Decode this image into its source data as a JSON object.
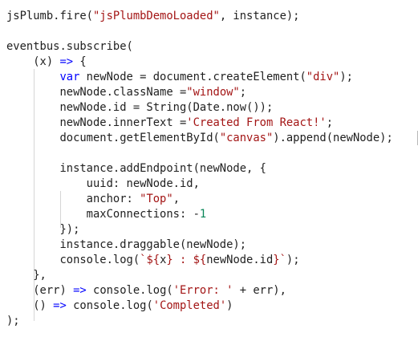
{
  "colors": {
    "text": "#1f1f1f",
    "string": "#a31515",
    "keyword": "#0000ff",
    "number": "#098658",
    "indent_guide": "#d6d6d6"
  },
  "lines": [
    [
      {
        "t": "jsPlumb.fire("
      },
      {
        "t": "\"jsPlumbDemoLoaded\"",
        "c": "str"
      },
      {
        "t": ", instance);"
      }
    ],
    [],
    [
      {
        "t": "eventbus.subscribe("
      }
    ],
    [
      {
        "t": "    (x) "
      },
      {
        "t": "=>",
        "c": "op"
      },
      {
        "t": " {"
      }
    ],
    [
      {
        "t": "        "
      },
      {
        "t": "var",
        "c": "kw"
      },
      {
        "t": " newNode = document.createElement("
      },
      {
        "t": "\"div\"",
        "c": "str"
      },
      {
        "t": ");"
      }
    ],
    [
      {
        "t": "        newNode.className ="
      },
      {
        "t": "\"window\"",
        "c": "str"
      },
      {
        "t": ";"
      }
    ],
    [
      {
        "t": "        newNode.id = String(Date.now());"
      }
    ],
    [
      {
        "t": "        newNode.innerText ="
      },
      {
        "t": "'Created From React!'",
        "c": "str"
      },
      {
        "t": ";"
      }
    ],
    [
      {
        "t": "        document.getElementById("
      },
      {
        "t": "\"canvas\"",
        "c": "str"
      },
      {
        "t": ").append(newNode);"
      }
    ],
    [],
    [
      {
        "t": "        instance.addEndpoint(newNode, {"
      }
    ],
    [
      {
        "t": "            uuid: newNode.id,"
      }
    ],
    [
      {
        "t": "            anchor: "
      },
      {
        "t": "\"Top\"",
        "c": "str"
      },
      {
        "t": ","
      }
    ],
    [
      {
        "t": "            maxConnections: -"
      },
      {
        "t": "1",
        "c": "num"
      }
    ],
    [
      {
        "t": "        });"
      }
    ],
    [
      {
        "t": "        instance.draggable(newNode);"
      }
    ],
    [
      {
        "t": "        console.log("
      },
      {
        "t": "`${",
        "c": "tpl"
      },
      {
        "t": "x"
      },
      {
        "t": "} : ${",
        "c": "tpl"
      },
      {
        "t": "newNode.id"
      },
      {
        "t": "}`",
        "c": "tpl"
      },
      {
        "t": ");"
      }
    ],
    [
      {
        "t": "    },"
      }
    ],
    [
      {
        "t": "    (err) "
      },
      {
        "t": "=>",
        "c": "op"
      },
      {
        "t": " console.log("
      },
      {
        "t": "'Error: '",
        "c": "str"
      },
      {
        "t": " + err),"
      }
    ],
    [
      {
        "t": "    () "
      },
      {
        "t": "=>",
        "c": "op"
      },
      {
        "t": " console.log("
      },
      {
        "t": "'Completed'",
        "c": "str"
      },
      {
        "t": ")"
      }
    ],
    [
      {
        "t": ");"
      }
    ]
  ]
}
